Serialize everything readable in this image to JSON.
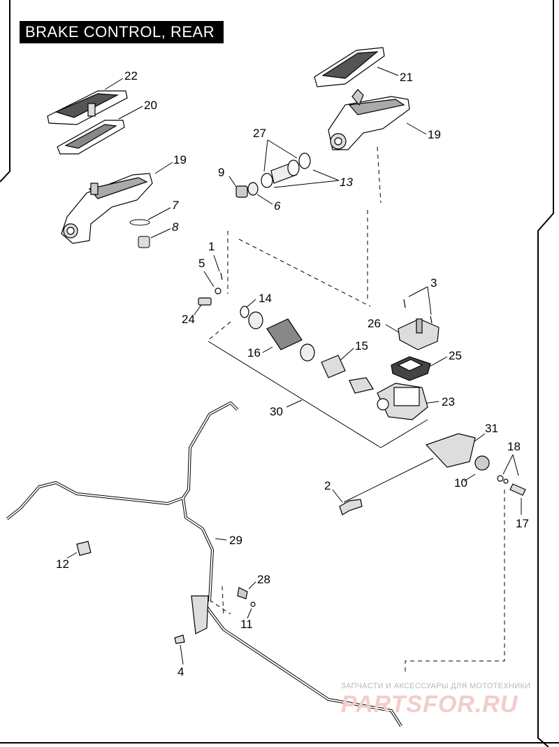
{
  "title": "BRAKE CONTROL, REAR",
  "watermark": {
    "text": "ЗАПЧАСТИ И АКСЕССУАРЫ ДЛЯ МОТОТЕХНИКИ",
    "logo": "PARTSFOR.RU"
  },
  "callouts": [
    {
      "id": "c22",
      "label": "22",
      "italic": false
    },
    {
      "id": "c20",
      "label": "20",
      "italic": false
    },
    {
      "id": "c19a",
      "label": "19",
      "italic": false
    },
    {
      "id": "c21",
      "label": "21",
      "italic": false
    },
    {
      "id": "c19b",
      "label": "19",
      "italic": false
    },
    {
      "id": "c27",
      "label": "27",
      "italic": false
    },
    {
      "id": "c9",
      "label": "9",
      "italic": false
    },
    {
      "id": "c13",
      "label": "13",
      "italic": true
    },
    {
      "id": "c6",
      "label": "6",
      "italic": true
    },
    {
      "id": "c7",
      "label": "7",
      "italic": true
    },
    {
      "id": "c8",
      "label": "8",
      "italic": true
    },
    {
      "id": "c1",
      "label": "1",
      "italic": false
    },
    {
      "id": "c5",
      "label": "5",
      "italic": false
    },
    {
      "id": "c3",
      "label": "3",
      "italic": false
    },
    {
      "id": "c14",
      "label": "14",
      "italic": false
    },
    {
      "id": "c24",
      "label": "24",
      "italic": false
    },
    {
      "id": "c26",
      "label": "26",
      "italic": false
    },
    {
      "id": "c16",
      "label": "16",
      "italic": false
    },
    {
      "id": "c15",
      "label": "15",
      "italic": false
    },
    {
      "id": "c25",
      "label": "25",
      "italic": false
    },
    {
      "id": "c23",
      "label": "23",
      "italic": false
    },
    {
      "id": "c30",
      "label": "30",
      "italic": false
    },
    {
      "id": "c31",
      "label": "31",
      "italic": false
    },
    {
      "id": "c18",
      "label": "18",
      "italic": false
    },
    {
      "id": "c2",
      "label": "2",
      "italic": false
    },
    {
      "id": "c10",
      "label": "10",
      "italic": false
    },
    {
      "id": "c17",
      "label": "17",
      "italic": false
    },
    {
      "id": "c29",
      "label": "29",
      "italic": false
    },
    {
      "id": "c12",
      "label": "12",
      "italic": false
    },
    {
      "id": "c28",
      "label": "28",
      "italic": false
    },
    {
      "id": "c11",
      "label": "11",
      "italic": false
    },
    {
      "id": "c4",
      "label": "4",
      "italic": false
    }
  ]
}
